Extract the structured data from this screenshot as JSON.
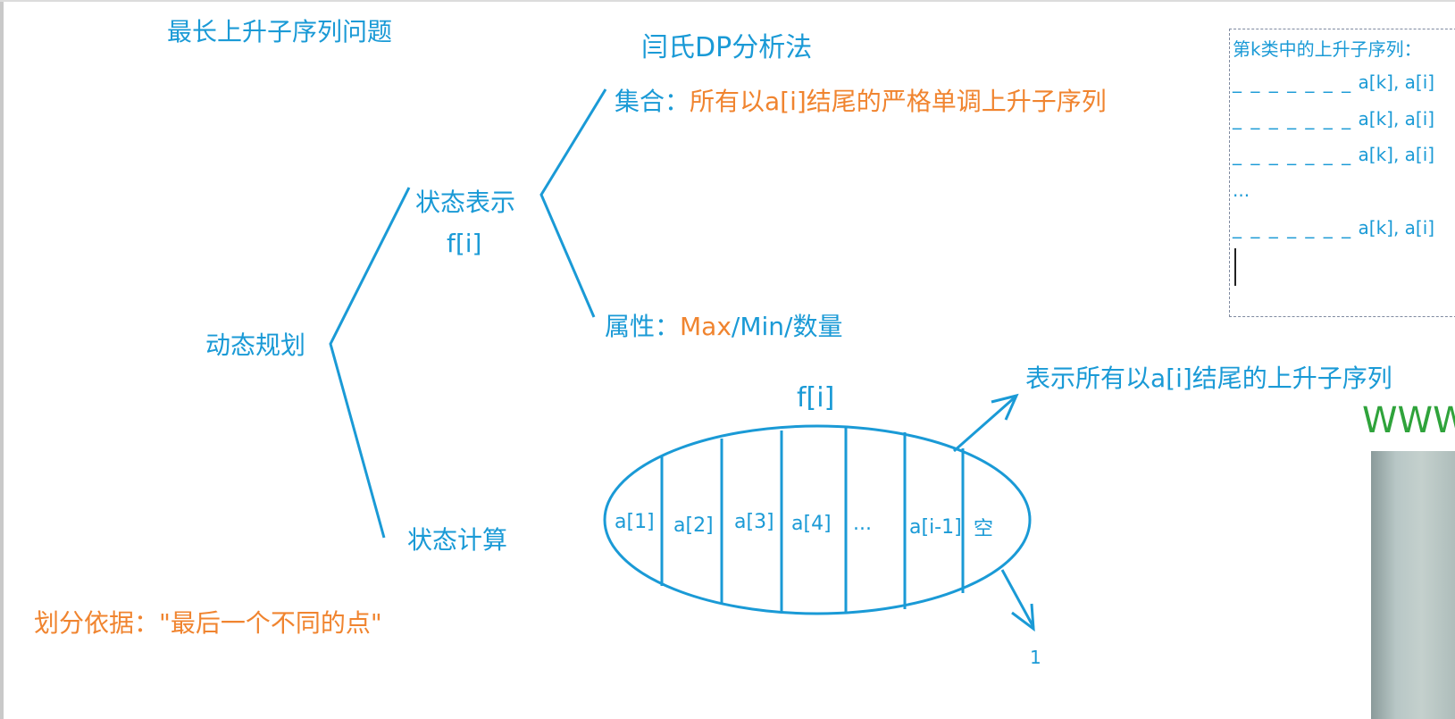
{
  "title": "最长上升子序列问题",
  "method": "闫氏DP分析法",
  "root": "动态规划",
  "state_repr": {
    "label": "状态表示",
    "func": "f[i]"
  },
  "set": {
    "prefix": "集合：",
    "desc": "所有以a[i]结尾的严格单调上升子序列"
  },
  "attr": {
    "prefix": "属性：",
    "max": "Max",
    "rest": "/Min/数量"
  },
  "state_calc": "状态计算",
  "split_basis": "划分依据：\"最后一个不同的点\"",
  "ellipse": {
    "title": "f[i]",
    "parts": [
      "a[1]",
      "a[2]",
      "a[3]",
      "a[4]",
      "...",
      "a[i-1]",
      "空"
    ]
  },
  "arrow_up_note": "表示所有以a[i]结尾的上升子序列",
  "arrow_down_note": "1",
  "note": {
    "title": "第k类中的上升子序列：",
    "dash": "_ _ _ _ _ _ _",
    "lines": [
      "a[k], a[i]",
      "a[k], a[i]",
      "a[k], a[i]",
      "a[k], a[i]"
    ],
    "ellipsis": "..."
  },
  "www": "WWW",
  "colors": {
    "blue": "#1a9ad6",
    "orange": "#f0842f"
  }
}
